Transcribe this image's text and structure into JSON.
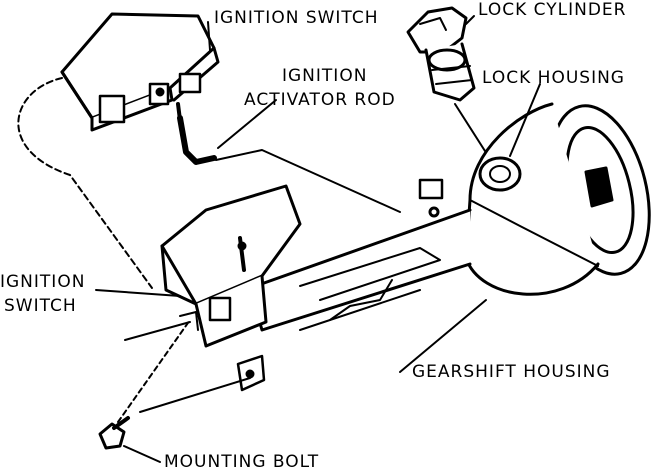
{
  "labels": {
    "ignition_switch_top": "IGNITION SWITCH",
    "lock_cylinder": "LOCK CYLINDER",
    "ignition_activator_rod_line1": "IGNITION",
    "ignition_activator_rod_line2": "ACTIVATOR ROD",
    "lock_housing": "LOCK HOUSING",
    "ignition_switch_left_line1": "IGNITION",
    "ignition_switch_left_line2": "SWITCH",
    "gearshift_housing": "GEARSHIFT HOUSING",
    "mounting_bolt": "MOUNTING BOLT"
  }
}
